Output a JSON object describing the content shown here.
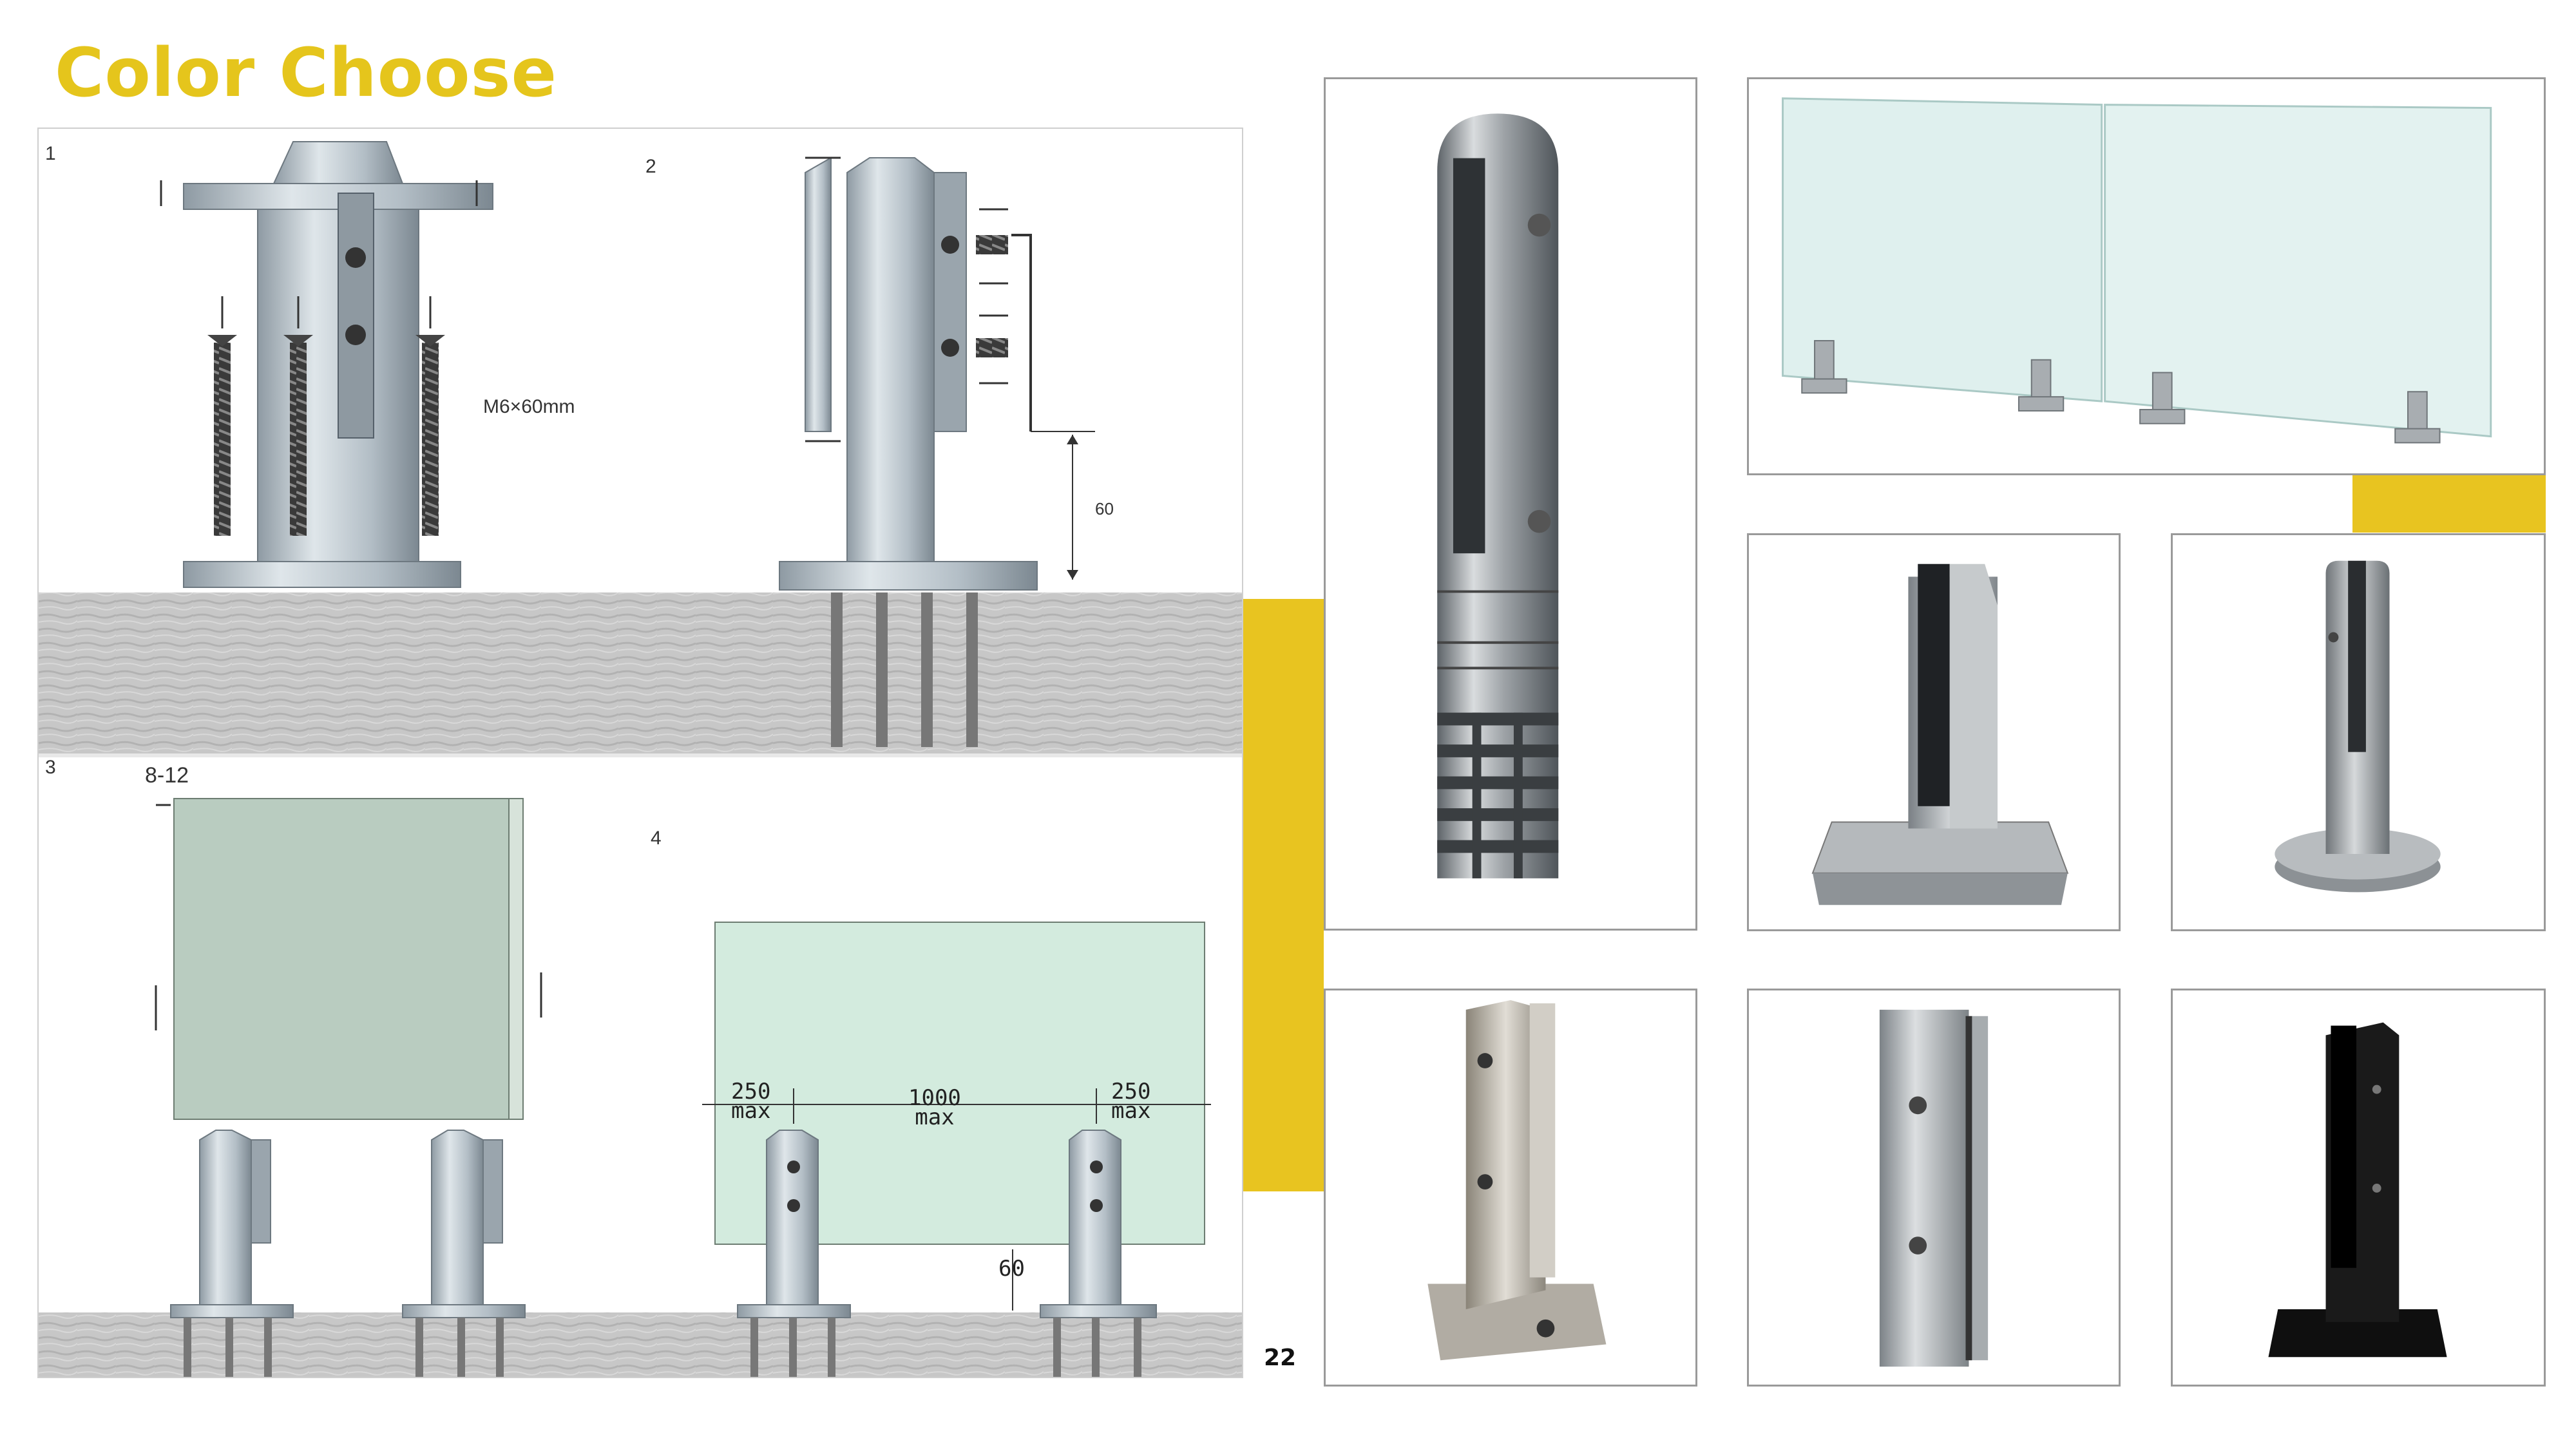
{
  "header": {
    "title": "Color Choose"
  },
  "diagram": {
    "steps": [
      "1",
      "2",
      "3",
      "4"
    ],
    "screw_spec": "M6×60mm",
    "height_60": "60",
    "gap_label": "8-12",
    "dim_left": "250\nmax",
    "dim_mid": "1000\nmax",
    "dim_right": "250\nmax",
    "bottom_60": "60"
  },
  "footer": {
    "page_number": "22"
  },
  "colors": {
    "accent": "#e8c420",
    "title": "#e5c51c",
    "glass": "#cfe8dc",
    "steel": "#b9c4cc"
  },
  "photos": [
    {
      "name": "round-core-drill-spigot"
    },
    {
      "name": "glass-fence-installation"
    },
    {
      "name": "square-base-spigot"
    },
    {
      "name": "round-base-spigot"
    },
    {
      "name": "side-mount-spigot"
    },
    {
      "name": "core-drill-square-spigot"
    },
    {
      "name": "black-square-spigot"
    }
  ]
}
